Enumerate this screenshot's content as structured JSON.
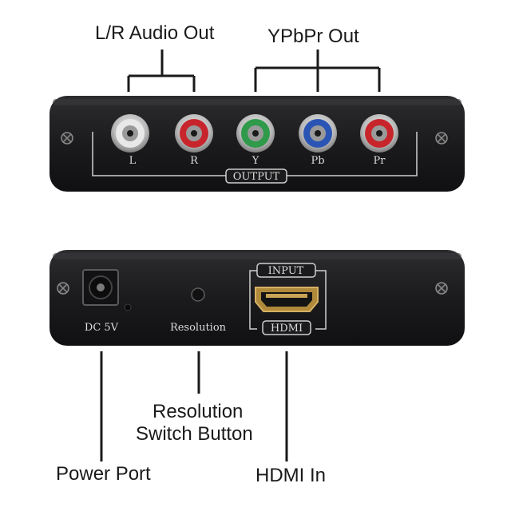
{
  "callouts": {
    "audio_out": "L/R Audio Out",
    "ypbpr_out": "YPbPr Out",
    "resolution_switch_line1": "Resolution",
    "resolution_switch_line2": "Switch Button",
    "power_port": "Power Port",
    "hdmi_in": "HDMI In"
  },
  "front_panel": {
    "group_label": "OUTPUT",
    "ports": [
      {
        "label": "L",
        "color": "#e8e8e8"
      },
      {
        "label": "R",
        "color": "#c7252b"
      },
      {
        "label": "Y",
        "color": "#2f9a4a"
      },
      {
        "label": "Pb",
        "color": "#2b55b5"
      },
      {
        "label": "Pr",
        "color": "#c7252b"
      }
    ]
  },
  "back_panel": {
    "power_label": "DC 5V",
    "resolution_label": "Resolution",
    "input_label": "INPUT",
    "hdmi_label": "HDMI"
  },
  "colors": {
    "device_body": "#1c1c1e",
    "panel_print": "#dcdcdc",
    "callout_line": "#1a1a1a"
  }
}
